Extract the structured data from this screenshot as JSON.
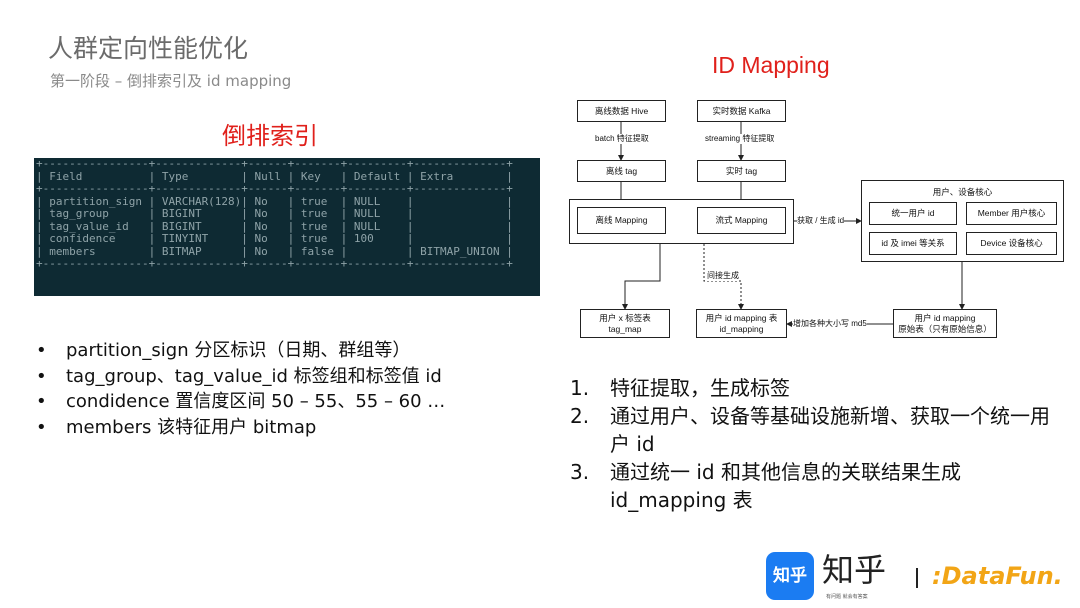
{
  "header": {
    "title": "人群定向性能优化",
    "subtitle": "第一阶段 – 倒排索引及 id mapping"
  },
  "left": {
    "heading": "倒排索引",
    "table": {
      "columns": [
        "Field",
        "Type",
        "Null",
        "Key",
        "Default",
        "Extra"
      ],
      "rows": [
        [
          "partition_sign",
          "VARCHAR(128)",
          "No",
          "true",
          "NULL",
          ""
        ],
        [
          "tag_group",
          "BIGINT",
          "No",
          "true",
          "NULL",
          ""
        ],
        [
          "tag_value_id",
          "BIGINT",
          "No",
          "true",
          "NULL",
          ""
        ],
        [
          "confidence",
          "TINYINT",
          "No",
          "true",
          "100",
          ""
        ],
        [
          "members",
          "BITMAP",
          "No",
          "false",
          "",
          "BITMAP_UNION"
        ]
      ]
    },
    "bullets": [
      "partition_sign 分区标识（日期、群组等）",
      "tag_group、tag_value_id 标签组和标签值 id",
      "condidence 置信度区间 50 – 55、55 – 60 …",
      "members 该特征用户 bitmap"
    ]
  },
  "right": {
    "heading": "ID Mapping",
    "diagram": {
      "hive": "离线数据 Hive",
      "kafka": "实时数据 Kafka",
      "batch": "batch 特征提取",
      "streaming": "streaming 特征提取",
      "offline_tag": "离线 tag",
      "realtime_tag": "实时 tag",
      "offline_mapping": "离线 Mapping",
      "stream_mapping": "流式 Mapping",
      "get_id": "获取 / 生成 id",
      "core_title": "用户、设备核心",
      "unified_id": "统一用户 id",
      "member_core": "Member 用户核心",
      "id_imei": "id 及 imei 等关系",
      "device_core": "Device 设备核心",
      "indirect": "间接生成",
      "tag_map": "用户 x 标签表\ntag_map",
      "id_mapping": "用户 id mapping 表\nid_mapping",
      "md5": "增加各种大小写 md5",
      "raw": "用户 id mapping\n原始表（只有原始信息）"
    },
    "steps": [
      {
        "num": "1.",
        "text": "特征提取，生成标签"
      },
      {
        "num": "2.",
        "text": "通过用户、设备等基础设施新增、获取一个统一用户 id"
      },
      {
        "num": "3.",
        "text": "通过统一 id 和其他信息的关联结果生成 id_mapping 表"
      }
    ]
  },
  "footer": {
    "zhihu_icon": "知乎",
    "zhihu_word": "知乎",
    "zhihu_slogan": "有问题 就会有答案",
    "datafun": ":DataFun."
  },
  "colors": {
    "heading": "#e0201b",
    "terminal_bg": "#0e2a33",
    "zhihu": "#1b7cf2",
    "datafun": "#f2a516"
  }
}
